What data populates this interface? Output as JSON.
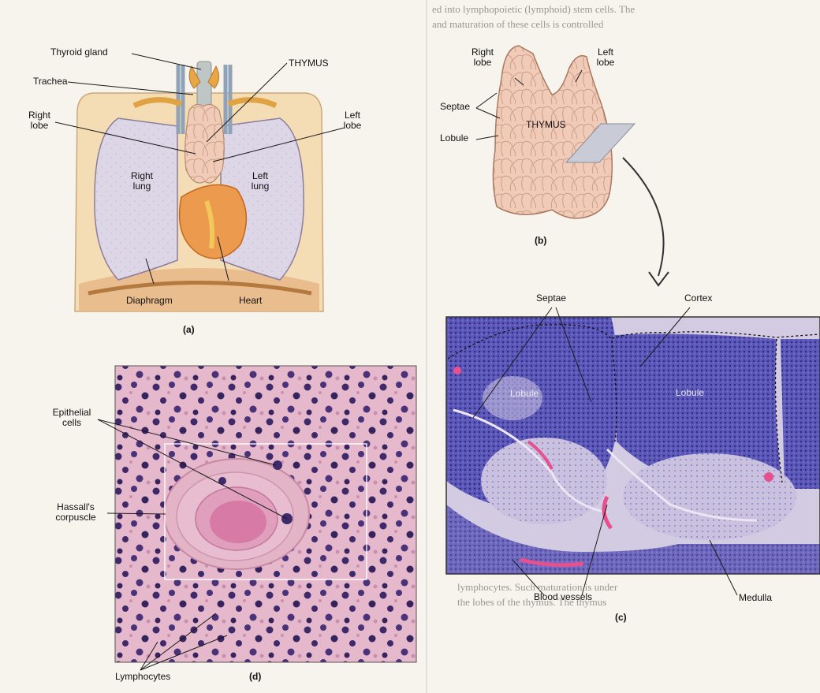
{
  "panel_a": {
    "thyroid_gland": "Thyroid gland",
    "trachea": "Trachea",
    "thymus": "THYMUS",
    "right_lobe_1": "Right",
    "right_lobe_2": "lobe",
    "left_lobe_1": "Left",
    "left_lobe_2": "lobe",
    "right_lung_1": "Right",
    "right_lung_2": "lung",
    "left_lung_1": "Left",
    "left_lung_2": "lung",
    "diaphragm": "Diaphragm",
    "heart": "Heart",
    "caption": "(a)"
  },
  "panel_b": {
    "right_lobe_1": "Right",
    "right_lobe_2": "lobe",
    "left_lobe_1": "Left",
    "left_lobe_2": "lobe",
    "septae": "Septae",
    "thymus": "THYMUS",
    "lobule": "Lobule",
    "caption": "(b)"
  },
  "panel_c": {
    "septae": "Septae",
    "cortex": "Cortex",
    "lobule_left": "Lobule",
    "lobule_right": "Lobule",
    "blood_vessels": "Blood vessels",
    "medulla": "Medulla",
    "caption": "(c)"
  },
  "panel_d": {
    "epithelial_1": "Epithelial",
    "epithelial_2": "cells",
    "hassall_1": "Hassall's",
    "hassall_2": "corpuscle",
    "lymphocytes": "Lymphocytes",
    "caption": "(d)"
  },
  "background_text": {
    "line_1": "ed into lymphopoietic (lymphoid) stem cells. The",
    "line_2": "and maturation of these cells is controlled",
    "line_3": "lymphocytes. Such maturation is under",
    "line_4": "the lobes of the thymus. The thymus"
  }
}
